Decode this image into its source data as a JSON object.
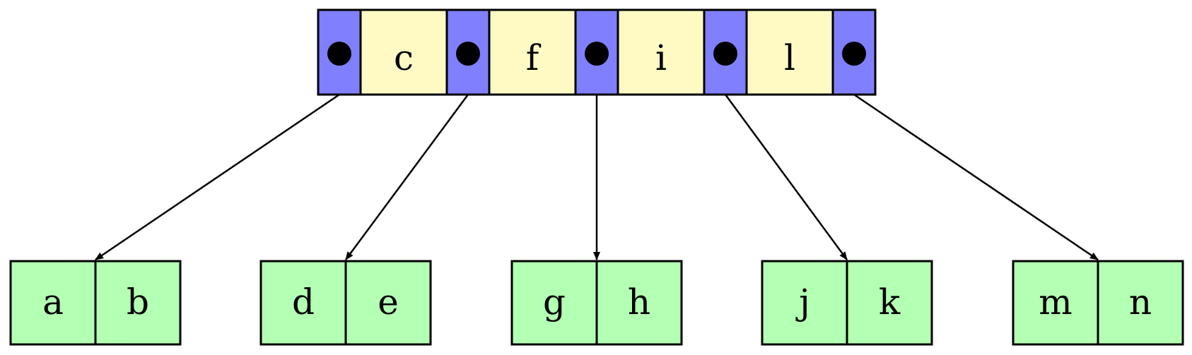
{
  "colors": {
    "pointer": "#8080ff",
    "key": "#fffac4",
    "leaf": "#b3ffb3",
    "stroke": "#000000"
  },
  "root": {
    "keys": [
      "c",
      "f",
      "i",
      "l"
    ]
  },
  "leaves": [
    {
      "keys": [
        "a",
        "b"
      ]
    },
    {
      "keys": [
        "d",
        "e"
      ]
    },
    {
      "keys": [
        "g",
        "h"
      ]
    },
    {
      "keys": [
        "j",
        "k"
      ]
    },
    {
      "keys": [
        "m",
        "n"
      ]
    }
  ]
}
